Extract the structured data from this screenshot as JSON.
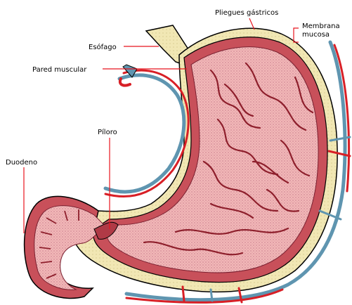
{
  "labels": {
    "pliegues": "Pliegues gástricos",
    "membrana_line1": "Membrana",
    "membrana_line2": "mucosa",
    "esofago": "Esófago",
    "pared": "Pared muscular",
    "piloro": "Píloro",
    "duodeno": "Duodeno"
  },
  "colors": {
    "leader": "#e8141e",
    "artery": "#d81f26",
    "vein": "#5f95b0",
    "fat": "#f1e7b4",
    "muscle": "#c8505a",
    "mucosa": "#f2b7b8",
    "fold": "#8e1f2c"
  }
}
